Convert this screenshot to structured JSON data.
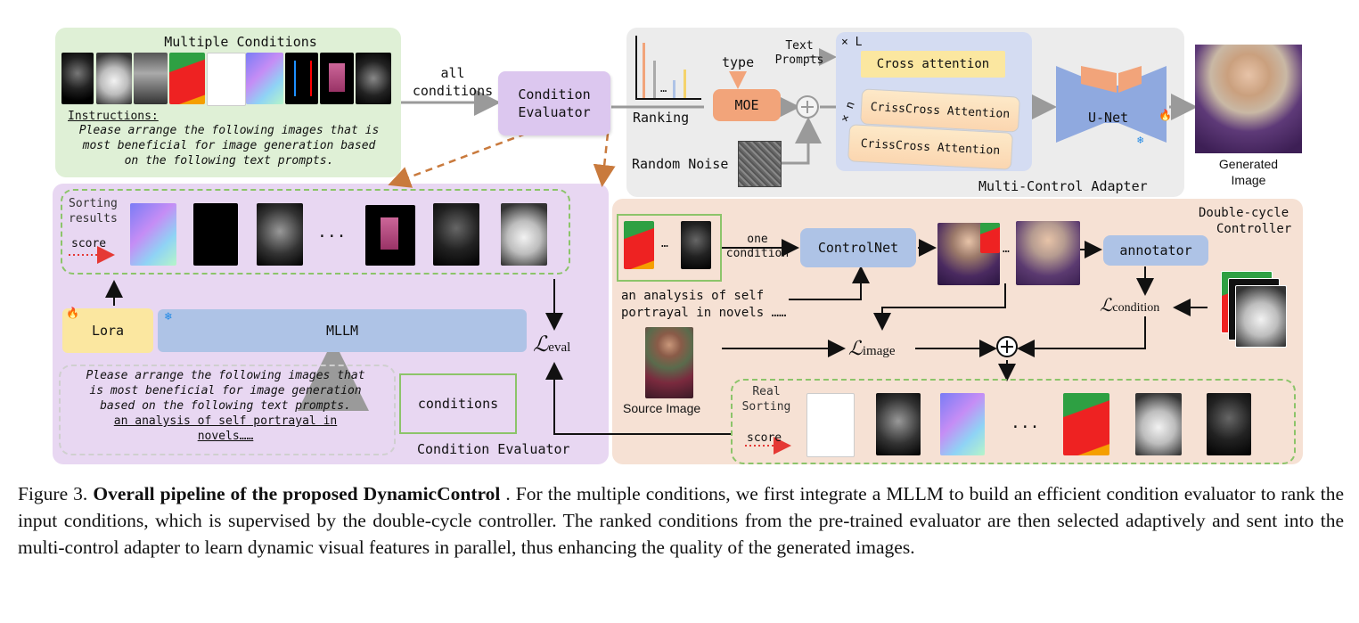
{
  "top_left": {
    "title": "Multiple Conditions",
    "instructions_label": "Instructions:",
    "instructions_text": "Please arrange the following images that is most beneficial for image generation based on the following text prompts."
  },
  "arrow_all_conditions": {
    "line1": "all",
    "line2": "conditions"
  },
  "condition_evaluator_box": {
    "line1": "Condition",
    "line2": "Evaluator"
  },
  "adapter": {
    "ranking_label": "Ranking",
    "ellipsis": "…",
    "type_label": "type",
    "moe_label": "MOE",
    "text_prompts_line1": "Text",
    "text_prompts_line2": "Prompts",
    "x_l": "× L",
    "cross_attention": "Cross attention",
    "n_label": "× n",
    "crisscross_1": "CrissCross Attention",
    "crisscross_2": "CrissCross Attention",
    "random_noise": "Random Noise",
    "unet": "U-Net",
    "panel_title": "Multi-Control Adapter",
    "generated_line1": "Generated",
    "generated_line2": "Image"
  },
  "evaluator_panel": {
    "sorting_line1": "Sorting",
    "sorting_line2": "results",
    "score": "score",
    "ellipsis": "...",
    "lora": "Lora",
    "mllm": "MLLM",
    "loss_main": "ℒ",
    "loss_sub": "eval",
    "prompt_lines": [
      "Please arrange the following images that",
      "is most beneficial for image generation",
      "based on the following text prompts."
    ],
    "prompt_link_line1": "an analysis of self portrayal in",
    "prompt_link_line2": "novels……",
    "conditions": "conditions",
    "panel_title": "Condition Evaluator"
  },
  "controller_panel": {
    "title_line1": "Double-cycle",
    "title_line2": "Controller",
    "ellipsis": "…",
    "one_condition_line1": "one",
    "one_condition_line2": "condition",
    "controlnet": "ControlNet",
    "annotator": "annotator",
    "text_line1": "an analysis of self",
    "text_line2": "portrayal in novels ……",
    "loss_condition_main": "ℒ",
    "loss_condition_sub": "condition",
    "loss_image_main": "ℒ",
    "loss_image_sub": "image",
    "plus": "+",
    "source_image": "Source Image",
    "real_sorting_line1": "Real",
    "real_sorting_line2": "Sorting",
    "score": "score",
    "ellipsis2": "..."
  },
  "caption": {
    "figure_label": "Figure 3.",
    "bold_title": "Overall pipeline of the proposed DynamicControl",
    "text_after_title": " .  For the multiple conditions, we first integrate a MLLM to build an efficient condition evaluator to rank the input conditions, which is supervised by the double-cycle controller. The ranked conditions from the pre-trained evaluator are then selected adaptively and sent into the multi-control adapter to learn dynamic visual features in parallel, thus enhancing the quality of the generated images."
  },
  "colors": {
    "green_panel": "#dff0d6",
    "purple_panel": "#e8d7f2",
    "gray_panel": "#ececec",
    "peach_panel": "#f6e1d4",
    "moe_orange": "#f2a47a",
    "blue_box": "#aec3e6",
    "yellow_box": "#fbe7a0",
    "evaluator_box": "#dcc7ef",
    "dashed_green": "#8cc46a",
    "arrow_orange": "#c97a3d"
  }
}
